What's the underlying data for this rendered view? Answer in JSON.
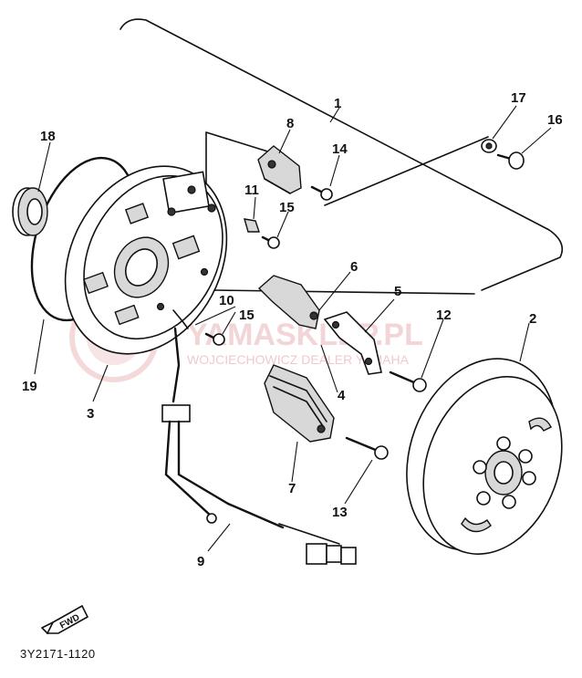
{
  "watermark": {
    "main": "YAMASKLEP.PL",
    "sub": "WOJCIECHOWICZ DEALER YAMAHA",
    "color": "#e9b3b8"
  },
  "diagram_code": "3Y2171-1120",
  "fwd_label": "FWD",
  "callouts": [
    "1",
    "2",
    "3",
    "4",
    "5",
    "6",
    "7",
    "8",
    "9",
    "10",
    "11",
    "12",
    "13",
    "14",
    "15",
    "15",
    "16",
    "17",
    "18",
    "19"
  ],
  "ink_color": "#111111"
}
